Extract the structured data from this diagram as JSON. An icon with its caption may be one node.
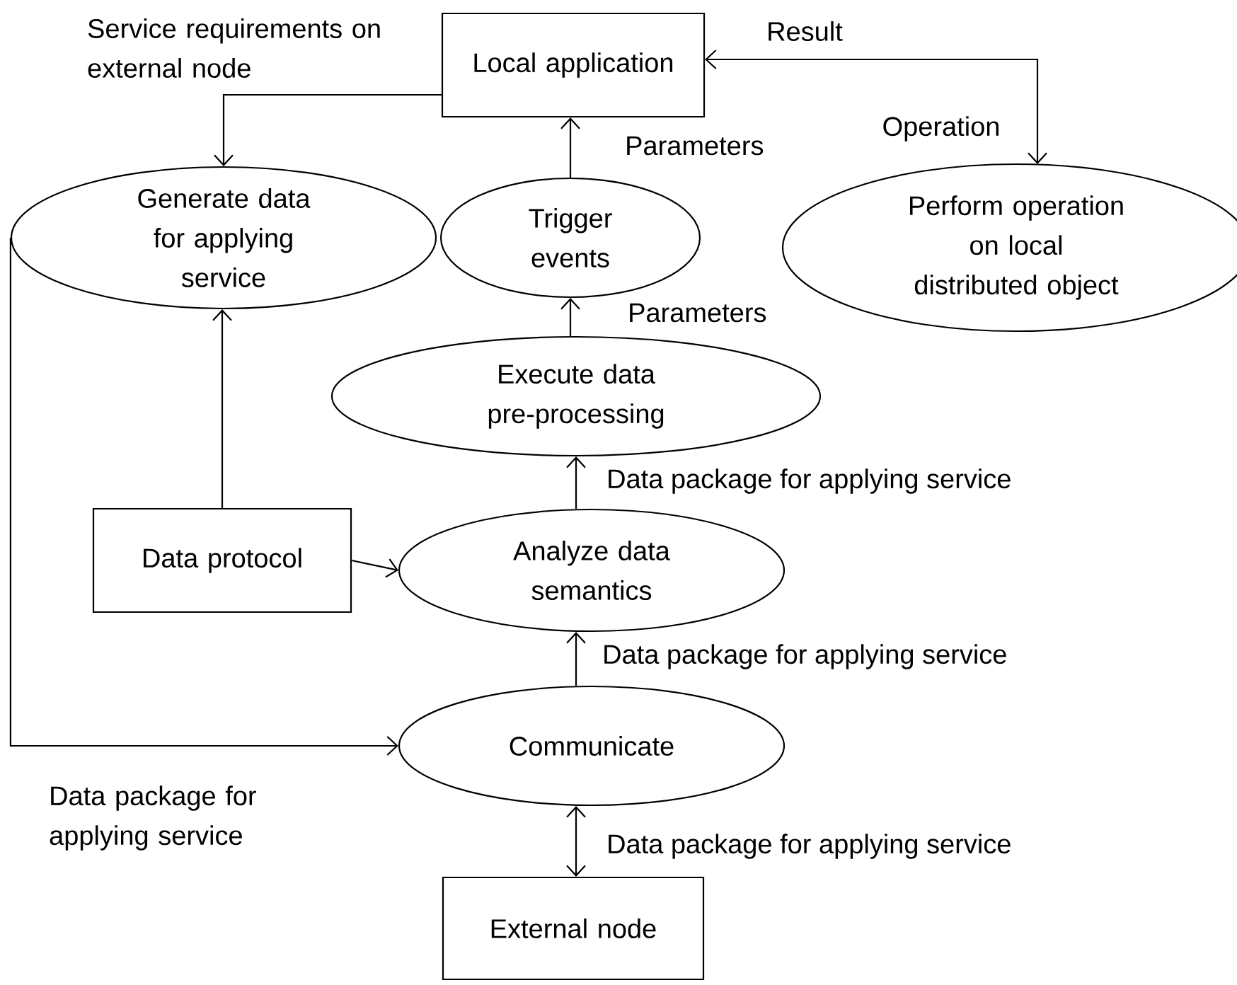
{
  "diagram": {
    "nodes": [
      {
        "text": [
          "Local application"
        ]
      },
      {
        "text": [
          "Generate data for applying service"
        ]
      },
      {
        "text": [
          "Trigger events"
        ]
      },
      {
        "text": [
          "Perform operation on local distributed object"
        ]
      },
      {
        "text": [
          "Execute data pre-processing"
        ]
      },
      {
        "text": [
          "Data protocol"
        ]
      },
      {
        "text": [
          "Analyze data semantics"
        ]
      },
      {
        "text": [
          "Communicate"
        ]
      },
      {
        "text": [
          "External node"
        ]
      }
    ],
    "edges": [
      {
        "from": 0,
        "to": 1,
        "arrow": "to",
        "label": "Service requirements on external node"
      },
      {
        "from": 2,
        "to": 0,
        "arrow": "to",
        "label": "Parameters"
      },
      {
        "from": 4,
        "to": 2,
        "arrow": "to",
        "label": "Parameters"
      },
      {
        "from": 0,
        "to": 3,
        "arrow": "both",
        "label": "Operation"
      },
      {
        "from": 6,
        "to": 4,
        "arrow": "to",
        "label": "Data package for applying service"
      },
      {
        "from": 5,
        "to": 1,
        "arrow": "to"
      },
      {
        "from": 5,
        "to": 6,
        "arrow": "to"
      },
      {
        "from": 7,
        "to": 6,
        "arrow": "to",
        "label": "Data package for applying service"
      },
      {
        "from": 1,
        "to": 7,
        "arrow": "to",
        "label": "Data package for applying service"
      },
      {
        "from": 7,
        "to": 8,
        "arrow": "both",
        "label": "Data package for applying service"
      }
    ],
    "labels": [
      "Result"
    ]
  }
}
